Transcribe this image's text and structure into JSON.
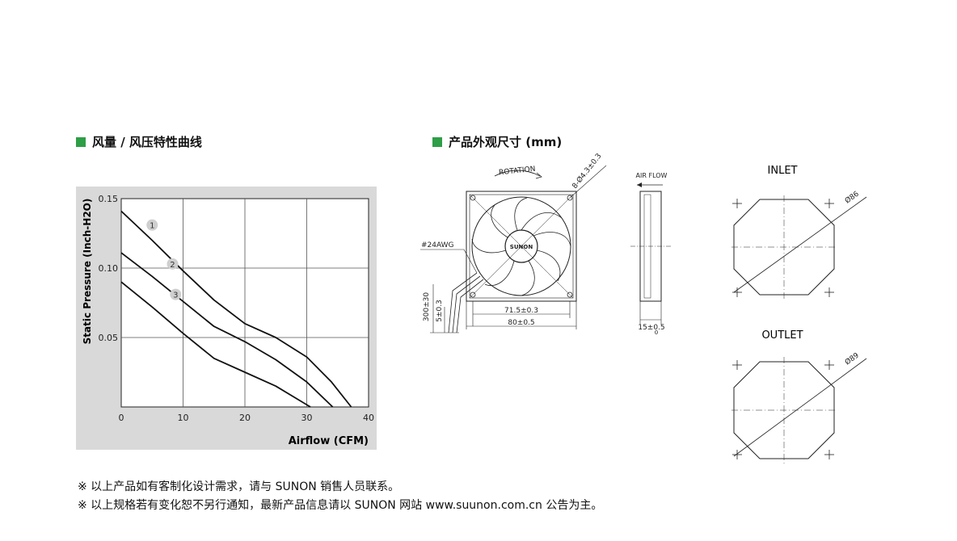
{
  "sections": {
    "curve_title": "风量 / 风压特性曲线",
    "dimension_title": "产品外观尺寸 (mm)"
  },
  "colors": {
    "bullet": "#2e9e47",
    "chart_frame": "#d9d9d9",
    "curve": "#111111"
  },
  "chart_data": {
    "type": "line",
    "xlabel": "Airflow (CFM)",
    "ylabel": "Static Pressure (Inch-H2O)",
    "xlim": [
      0,
      40
    ],
    "ylim": [
      0,
      0.15
    ],
    "x_ticks": [
      "0",
      "10",
      "20",
      "30",
      "40"
    ],
    "y_ticks": [
      "0.05",
      "0.10",
      "0.15"
    ],
    "grid": true,
    "series": [
      {
        "name": "1",
        "x": [
          0,
          5,
          10,
          15,
          20,
          25,
          30,
          34,
          37.2
        ],
        "y": [
          0.141,
          0.12,
          0.098,
          0.077,
          0.06,
          0.05,
          0.036,
          0.018,
          0.0
        ]
      },
      {
        "name": "2",
        "x": [
          0,
          5,
          10,
          15,
          20,
          25,
          30,
          34.2
        ],
        "y": [
          0.111,
          0.094,
          0.076,
          0.058,
          0.047,
          0.034,
          0.018,
          0.0
        ]
      },
      {
        "name": "3",
        "x": [
          0,
          5,
          10,
          15,
          20,
          25,
          30.6
        ],
        "y": [
          0.09,
          0.072,
          0.053,
          0.035,
          0.025,
          0.015,
          0.0
        ]
      }
    ]
  },
  "drawing": {
    "rotation_label": "ROTATION",
    "hole_label": "8-Ø4.3±0.3",
    "brand_label": "SUNON",
    "wire_label": "#24AWG",
    "wire_length_label": "300±30",
    "strip_label": "5±0.3",
    "hole_pitch_label": "71.5±0.3",
    "width_label": "80±0.5",
    "airflow_label": "AIR FLOW",
    "thickness_label": "15±0.5",
    "thickness_tol": "0",
    "inlet_label": "INLET",
    "inlet_dia": "Ø86",
    "outlet_label": "OUTLET",
    "outlet_dia": "Ø89"
  },
  "notes": [
    "※ 以上产品如有客制化设计需求，请与 SUNON 销售人员联系。",
    "※ 以上规格若有变化恕不另行通知，最新产品信息请以 SUNON 网站 www.suunon.com.cn 公告为主。"
  ]
}
